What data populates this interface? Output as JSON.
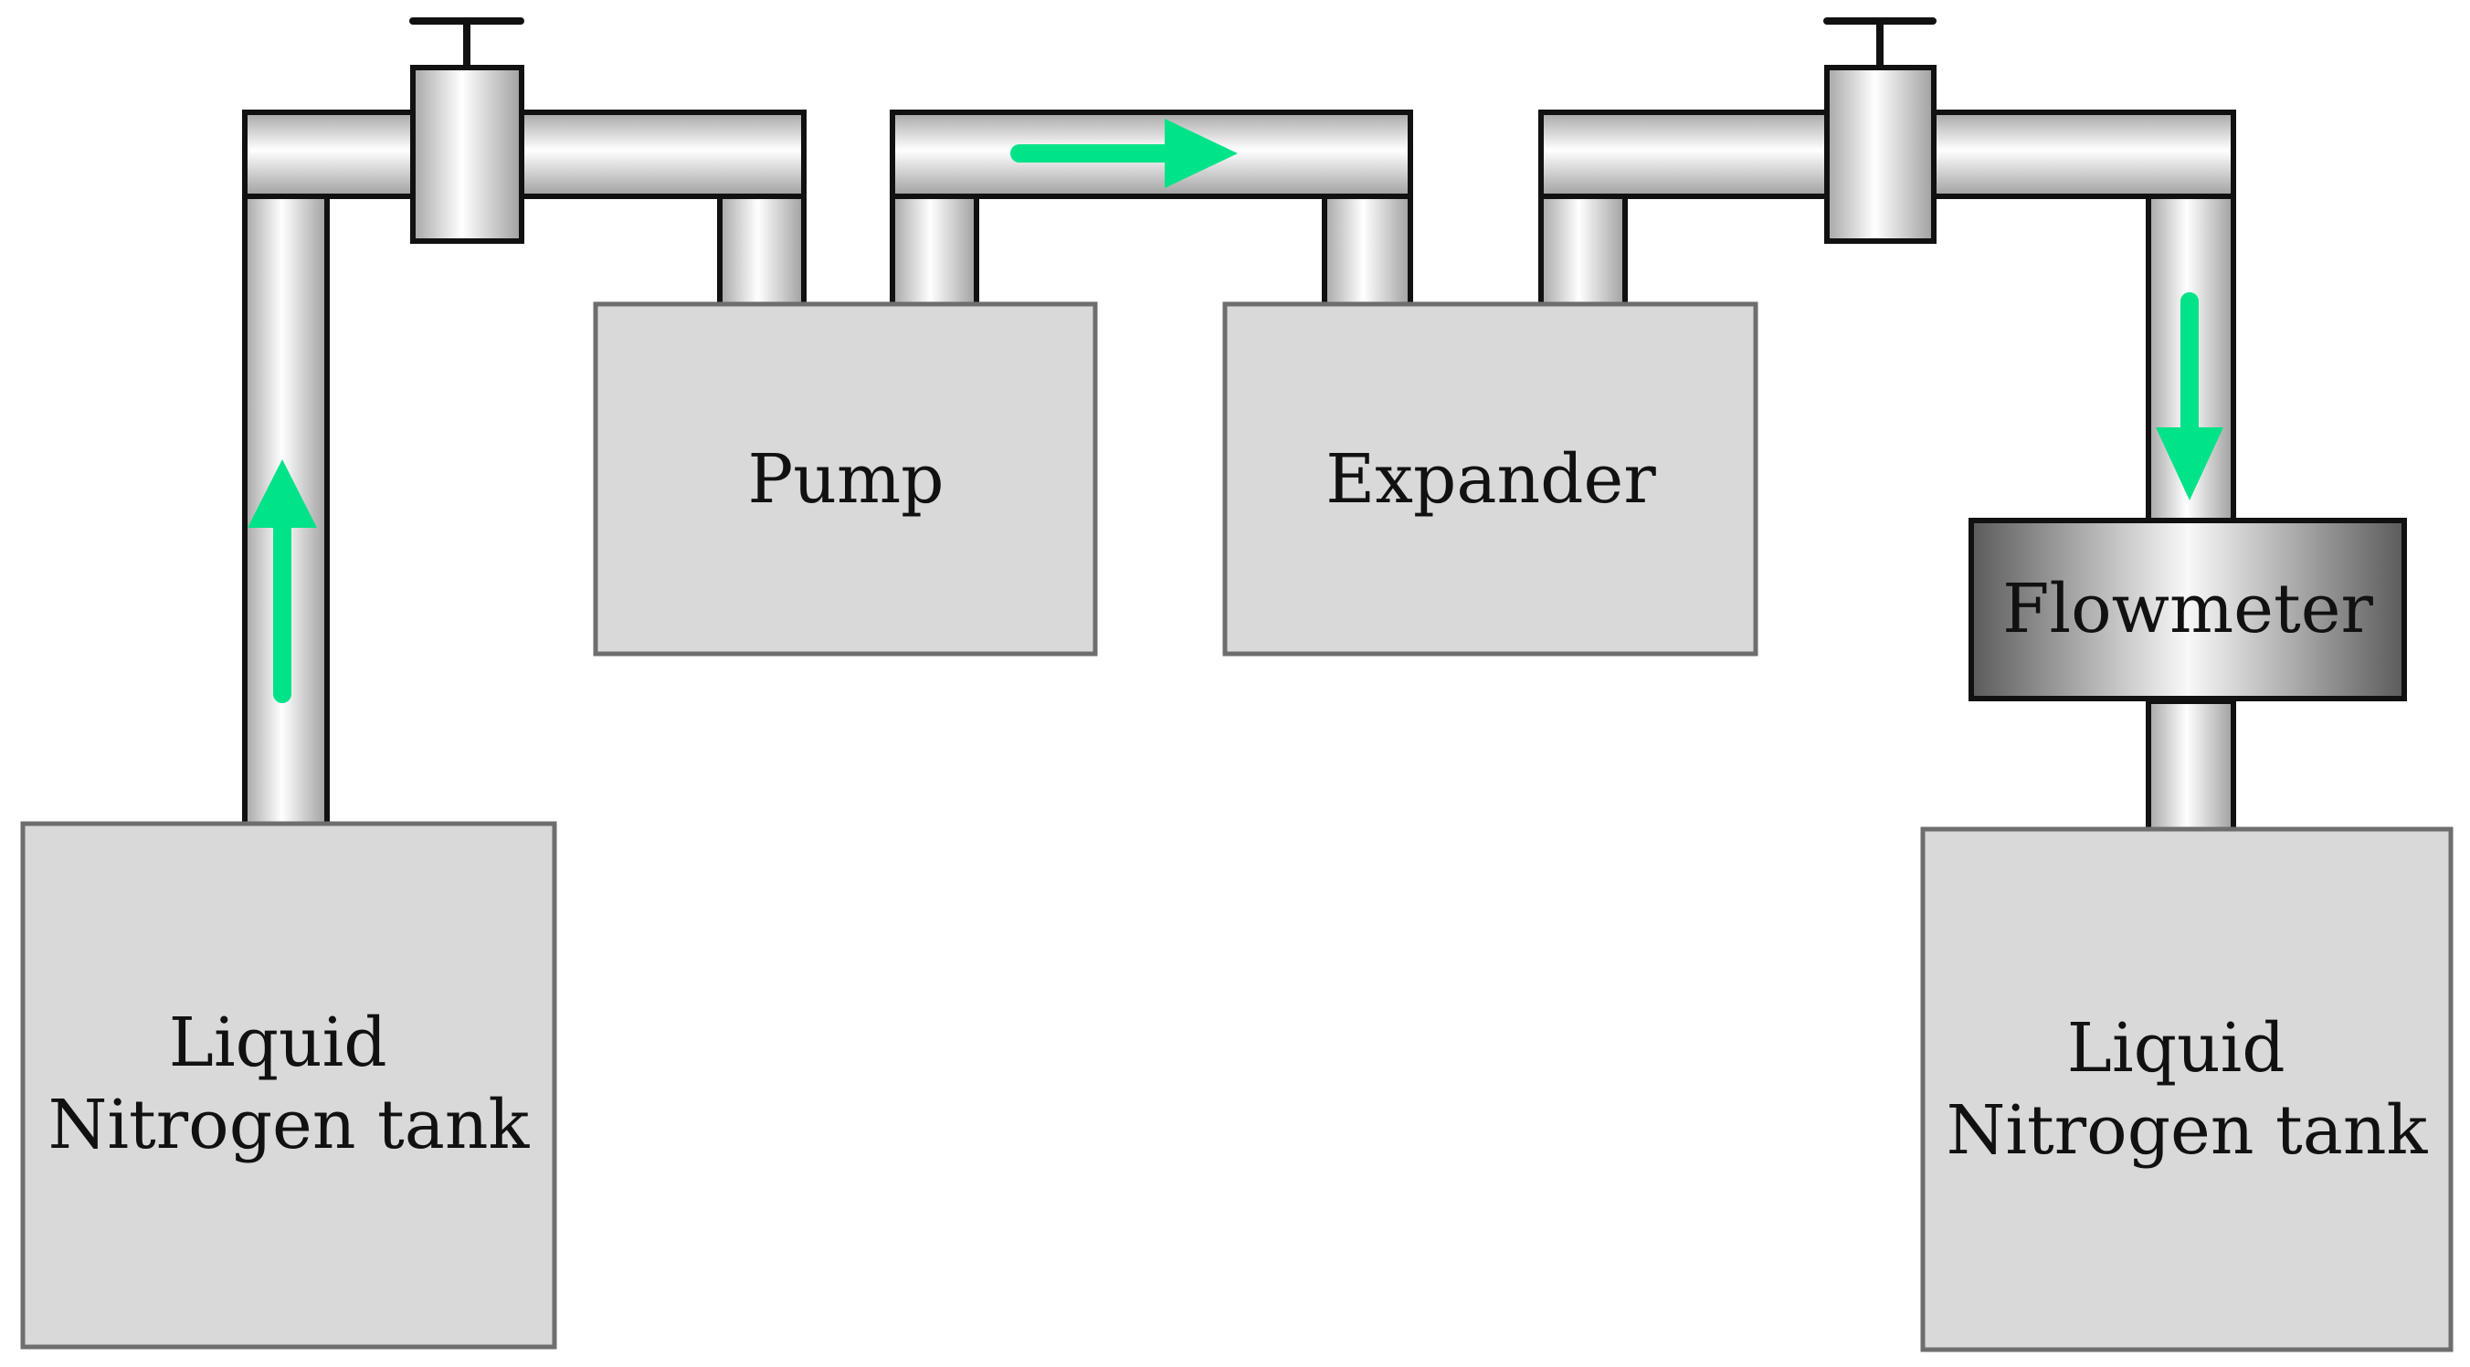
{
  "labels": {
    "pump": "Pump",
    "expander": "Expander",
    "flowmeter": "Flowmeter",
    "source_tank_line1": "Liquid",
    "source_tank_line2": "Nitrogen tank",
    "destination_tank_line1": "Liquid",
    "destination_tank_line2": "Nitrogen tank"
  },
  "colors": {
    "flow_arrow": "#00e389",
    "box_fill": "#d9d9d9",
    "box_stroke": "#6e6e6e",
    "pipe_outline": "#111111"
  },
  "icons": {
    "valve": "valve-icon",
    "flow_arrow": "flow-arrow-icon"
  }
}
